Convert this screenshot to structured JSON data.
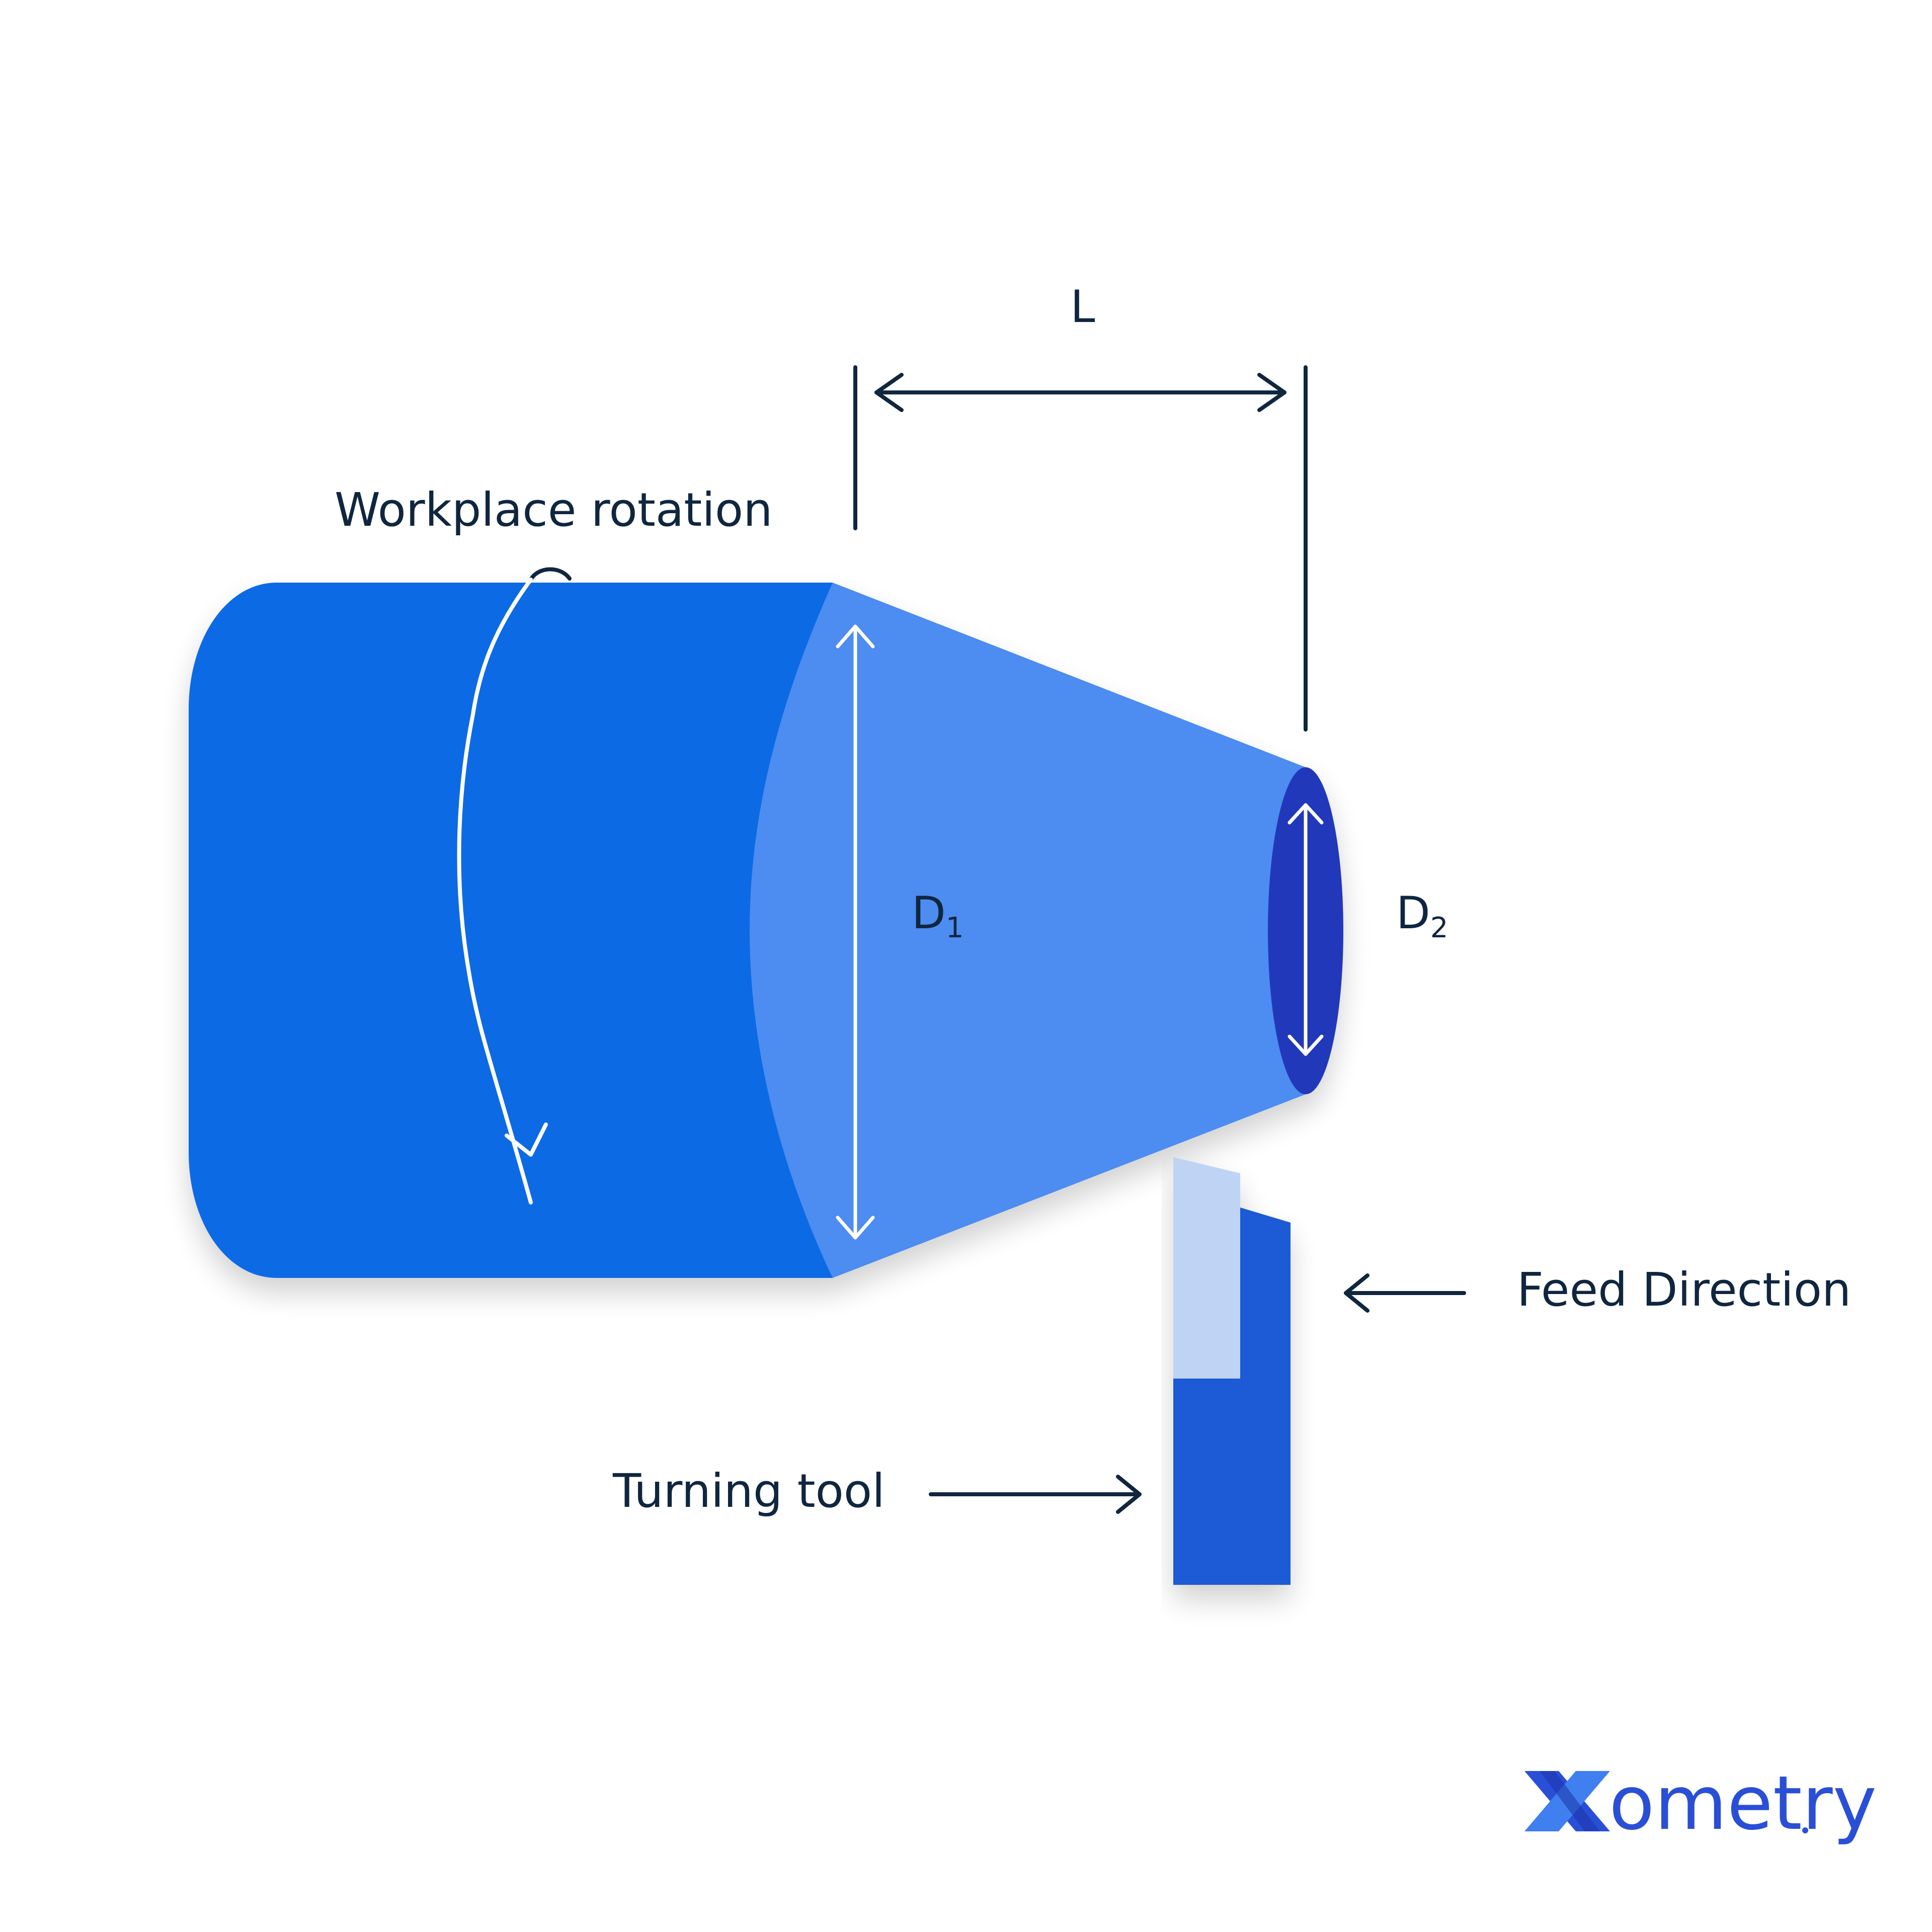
{
  "labels": {
    "length": "L",
    "rotation": "Workplace rotation",
    "d1_letter": "D",
    "d1_sub": "1",
    "d2_letter": "D",
    "d2_sub": "2",
    "feed": "Feed Direction",
    "tool": "Turning tool"
  },
  "logo": {
    "text": "ometry"
  },
  "colors": {
    "cylinder": "#116be5",
    "cone": "#4e8cf0",
    "end_face": "#2438bb",
    "tool_body": "#1c5ad6",
    "tool_insert": "#bfd3f4",
    "line_dark": "#10263f",
    "arrow_white": "#ffffff",
    "logo_blue": "#2a4fd7"
  }
}
